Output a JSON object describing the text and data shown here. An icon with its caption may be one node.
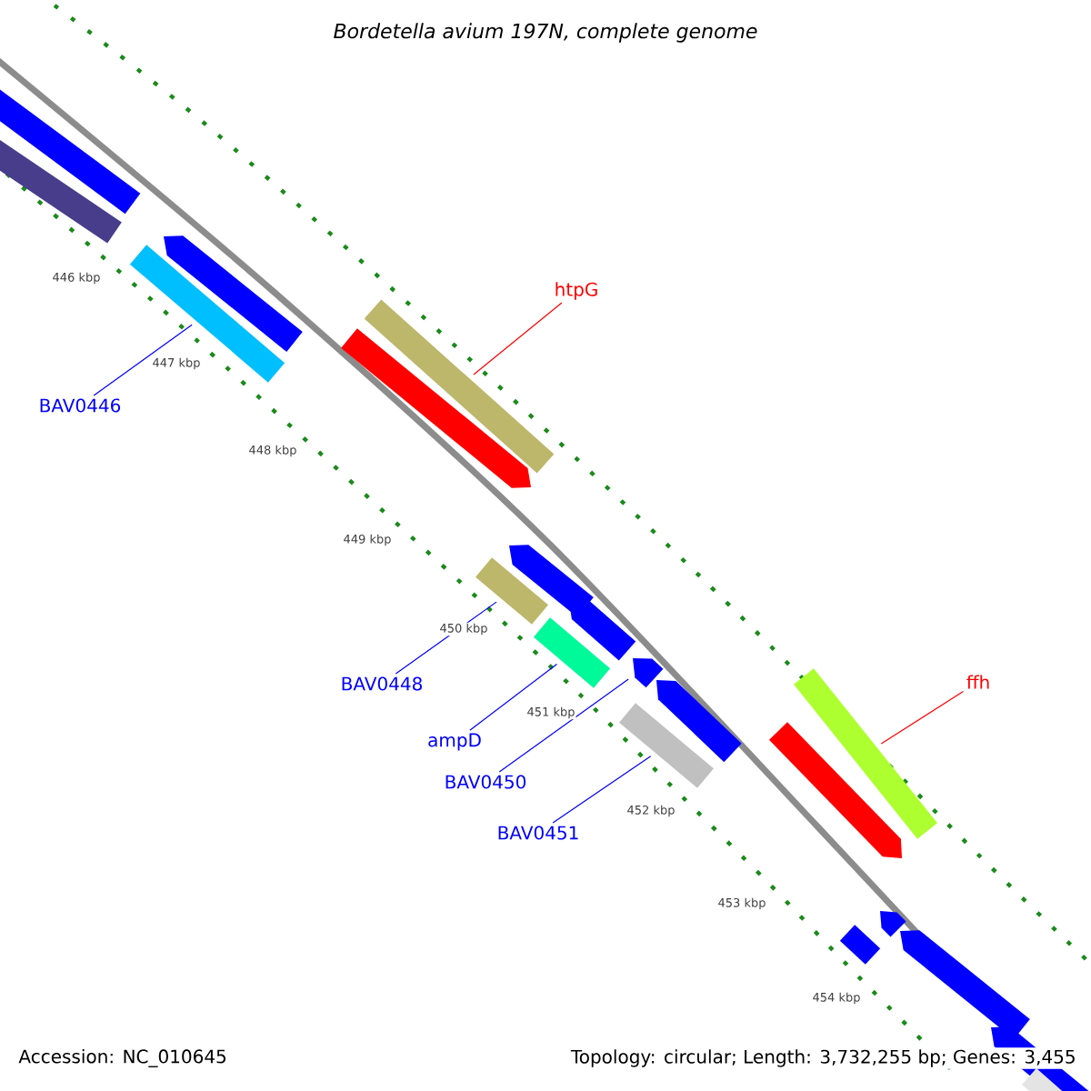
{
  "diagram": {
    "title": "Bordetella avium 197N, complete genome",
    "nodes": [
      {
        "text": [
          "htpG"
        ]
      },
      {
        "text": [
          "BAV0446"
        ]
      },
      {
        "text": [
          "BAV0448"
        ]
      },
      {
        "text": [
          "ampD"
        ]
      },
      {
        "text": [
          "BAV0450"
        ]
      },
      {
        "text": [
          "BAV0451"
        ]
      },
      {
        "text": [
          "ffh"
        ]
      },
      {
        "text": [],
        "shape": "bar"
      },
      {
        "text": [],
        "shape": "bar"
      },
      {
        "text": [],
        "shape": "pentagon"
      },
      {
        "text": [],
        "shape": "bar"
      },
      {
        "text": [],
        "shape": "bar"
      },
      {
        "text": [],
        "shape": "pentagon"
      },
      {
        "text": [],
        "shape": "pentagon"
      },
      {
        "text": [],
        "shape": "bar"
      },
      {
        "text": [],
        "shape": "pentagon"
      },
      {
        "text": [],
        "shape": "bar"
      },
      {
        "text": [],
        "shape": "pentagon"
      },
      {
        "text": [],
        "shape": "pentagon"
      },
      {
        "text": [],
        "shape": "bar"
      },
      {
        "text": [],
        "shape": "bar"
      },
      {
        "text": [],
        "shape": "pentagon"
      },
      {
        "text": [],
        "shape": "bar"
      },
      {
        "text": [],
        "shape": "pentagon"
      },
      {
        "text": [],
        "shape": "pentagon"
      },
      {
        "text": [],
        "shape": "pentagon"
      },
      {
        "text": [],
        "shape": "bar"
      }
    ],
    "edges": [
      {
        "from": 0,
        "to": 11,
        "arrow": "none",
        "color": "#ff0000"
      },
      {
        "from": 1,
        "to": 10,
        "arrow": "none"
      },
      {
        "from": 2,
        "to": 14,
        "arrow": "none"
      },
      {
        "from": 3,
        "to": 16,
        "arrow": "none"
      },
      {
        "from": 4,
        "to": 17,
        "arrow": "none"
      },
      {
        "from": 5,
        "to": 19,
        "arrow": "none"
      },
      {
        "from": 6,
        "to": 20,
        "arrow": "none",
        "color": "#ff0000"
      }
    ],
    "labels": [
      "446 kbp",
      "447 kbp",
      "448 kbp",
      "449 kbp",
      "450 kbp",
      "451 kbp",
      "452 kbp",
      "453 kbp",
      "454 kbp",
      "Accession: NC_010645",
      "Topology: circular; Length: 3,732,255 bp; Genes: 3,455"
    ]
  }
}
